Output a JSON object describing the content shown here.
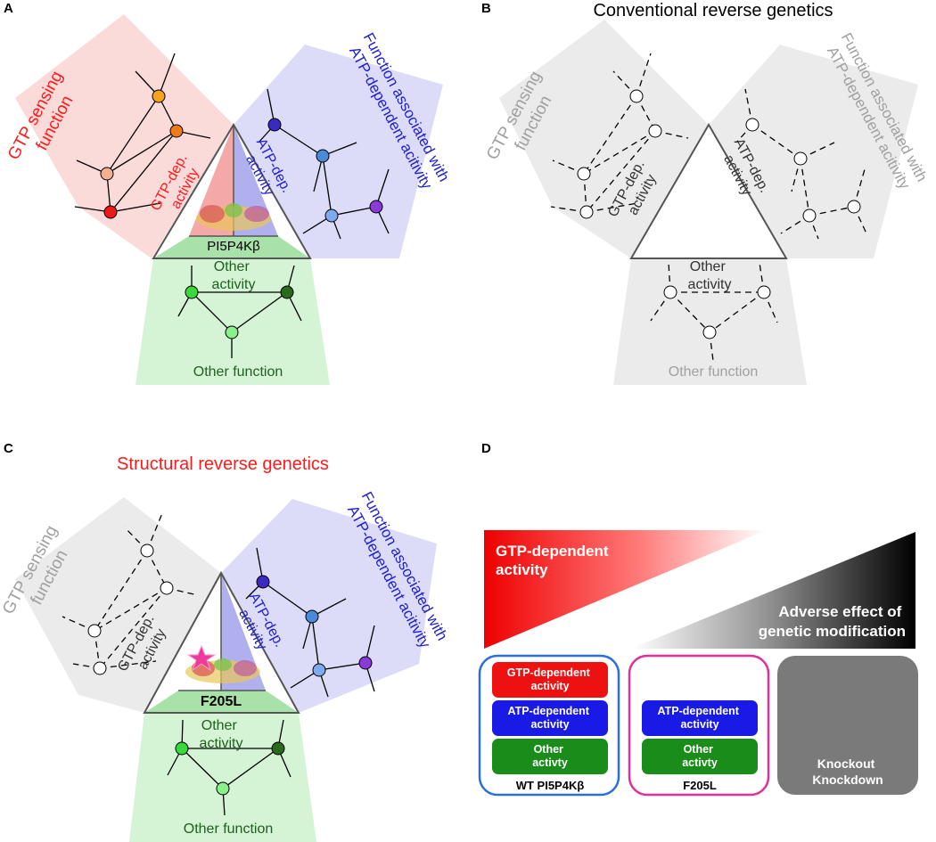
{
  "panels": {
    "a": {
      "letter": "A",
      "gtp_sector": "GTP sensing function",
      "gtp_sector_lines": [
        "GTP sensing",
        "function"
      ],
      "atp_sector_lines": [
        "Function associated with",
        "ATP-dependent acitivity"
      ],
      "gtp_activity_lines": [
        "GTP-dep.",
        "activity"
      ],
      "atp_activity_lines": [
        "ATP-dep.",
        "activity"
      ],
      "protein_label": "PI5P4Kβ",
      "other_activity_lines": [
        "Other",
        "activity"
      ],
      "other_function": "Other function"
    },
    "b": {
      "letter": "B",
      "title": "Conventional reverse genetics",
      "gtp_sector_lines": [
        "GTP sensing",
        "function"
      ],
      "atp_sector_lines": [
        "Function associated with",
        "ATP-dependent acitivity"
      ],
      "gtp_activity_lines": [
        "GTP-dep.",
        "activity"
      ],
      "atp_activity_lines": [
        "ATP-dep.",
        "activity"
      ],
      "other_activity_lines": [
        "Other",
        "activity"
      ],
      "other_function": "Other function"
    },
    "c": {
      "letter": "C",
      "title": "Structural reverse genetics",
      "gtp_sector_lines": [
        "GTP sensing",
        "function"
      ],
      "atp_sector_lines": [
        "Function associated with",
        "ATP-dependent acitivity"
      ],
      "gtp_activity_lines": [
        "GTP-dep.",
        "activity"
      ],
      "atp_activity_lines": [
        "ATP-dep.",
        "activity"
      ],
      "protein_label": "F205L",
      "other_activity_lines": [
        "Other",
        "activity"
      ],
      "other_function": "Other function"
    },
    "d": {
      "letter": "D",
      "gtp_gradient_lines": [
        "GTP-dependent",
        "activity"
      ],
      "adverse_lines": [
        "Adverse effect of",
        "genetic modification"
      ],
      "wt_box": {
        "label": "WT PI5P4Kβ",
        "items": [
          {
            "lines": [
              "GTP-dependent",
              "activity"
            ],
            "color": "#ee1111"
          },
          {
            "lines": [
              "ATP-dependent",
              "activity"
            ],
            "color": "#1a1ae6"
          },
          {
            "lines": [
              "Other",
              "activty"
            ],
            "color": "#1a8c1a"
          }
        ],
        "border": "#2a6fe0"
      },
      "f205l_box": {
        "label": "F205L",
        "items": [
          {
            "lines": [
              "ATP-dependent",
              "activity"
            ],
            "color": "#1a1ae6"
          },
          {
            "lines": [
              "Other",
              "activty"
            ],
            "color": "#1a8c1a"
          }
        ],
        "border": "#e0309a"
      },
      "ko_box": {
        "lines": [
          "Knockout",
          "Knockdown"
        ],
        "color": "#7a7a7a"
      }
    }
  },
  "colors": {
    "gtp": "#ff1a1a",
    "atp": "#2020d0",
    "other": "#1f5f1f",
    "gray_text": "#a0a0a0",
    "red_sector": "#fbdada",
    "blue_sector": "#dcdcf8",
    "green_sector": "#d5f3d5",
    "gray_sector": "#ebebeb"
  }
}
